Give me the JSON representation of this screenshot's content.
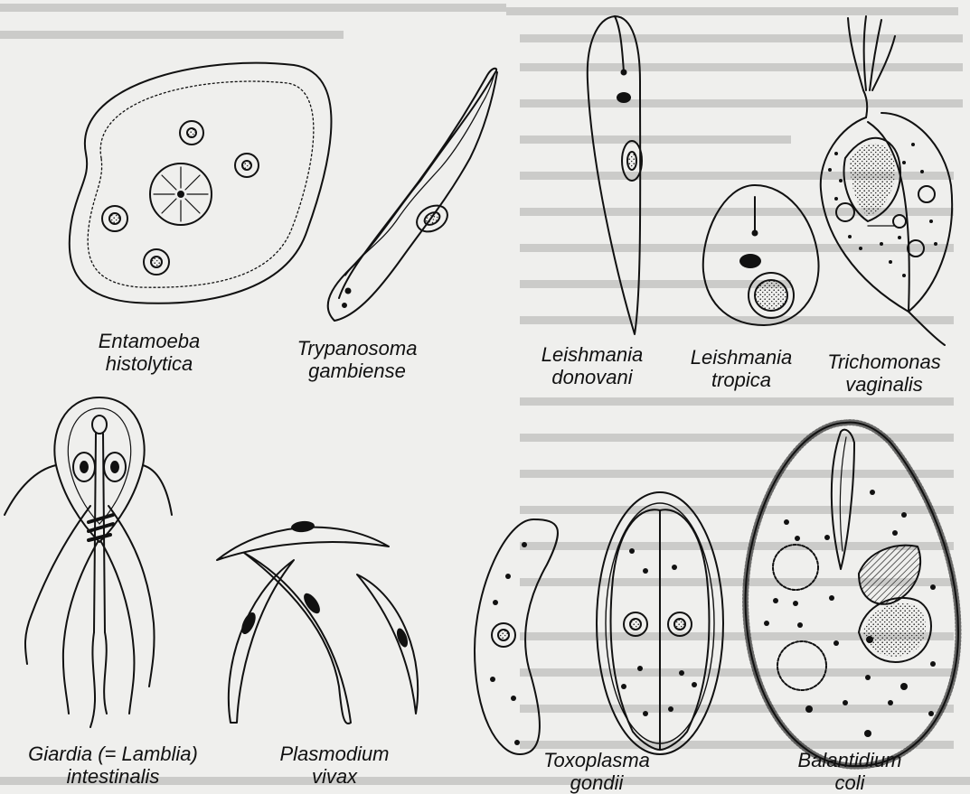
{
  "figures": [
    {
      "id": "entamoeba",
      "line1": "Entamoeba",
      "line2": "histolytica"
    },
    {
      "id": "trypanosoma",
      "line1": "Trypanosoma",
      "line2": "gambiense"
    },
    {
      "id": "leishmania-donovani",
      "line1": "Leishmania",
      "line2": "donovani"
    },
    {
      "id": "leishmania-tropica",
      "line1": "Leishmania",
      "line2": "tropica"
    },
    {
      "id": "trichomonas",
      "line1": "Trichomonas",
      "line2": "vaginalis"
    },
    {
      "id": "giardia",
      "line1": "Giardia  (= Lamblia)",
      "line2": "intestinalis"
    },
    {
      "id": "plasmodium",
      "line1": "Plasmodium",
      "line2": "vivax"
    },
    {
      "id": "toxoplasma",
      "line1": "Toxoplasma",
      "line2": "gondii"
    },
    {
      "id": "balantidium",
      "line1": "Balantidium",
      "line2": "coli"
    }
  ],
  "colors": {
    "ink": "#111111",
    "paper": "#efefed",
    "faded_text": "#8a8a88"
  }
}
